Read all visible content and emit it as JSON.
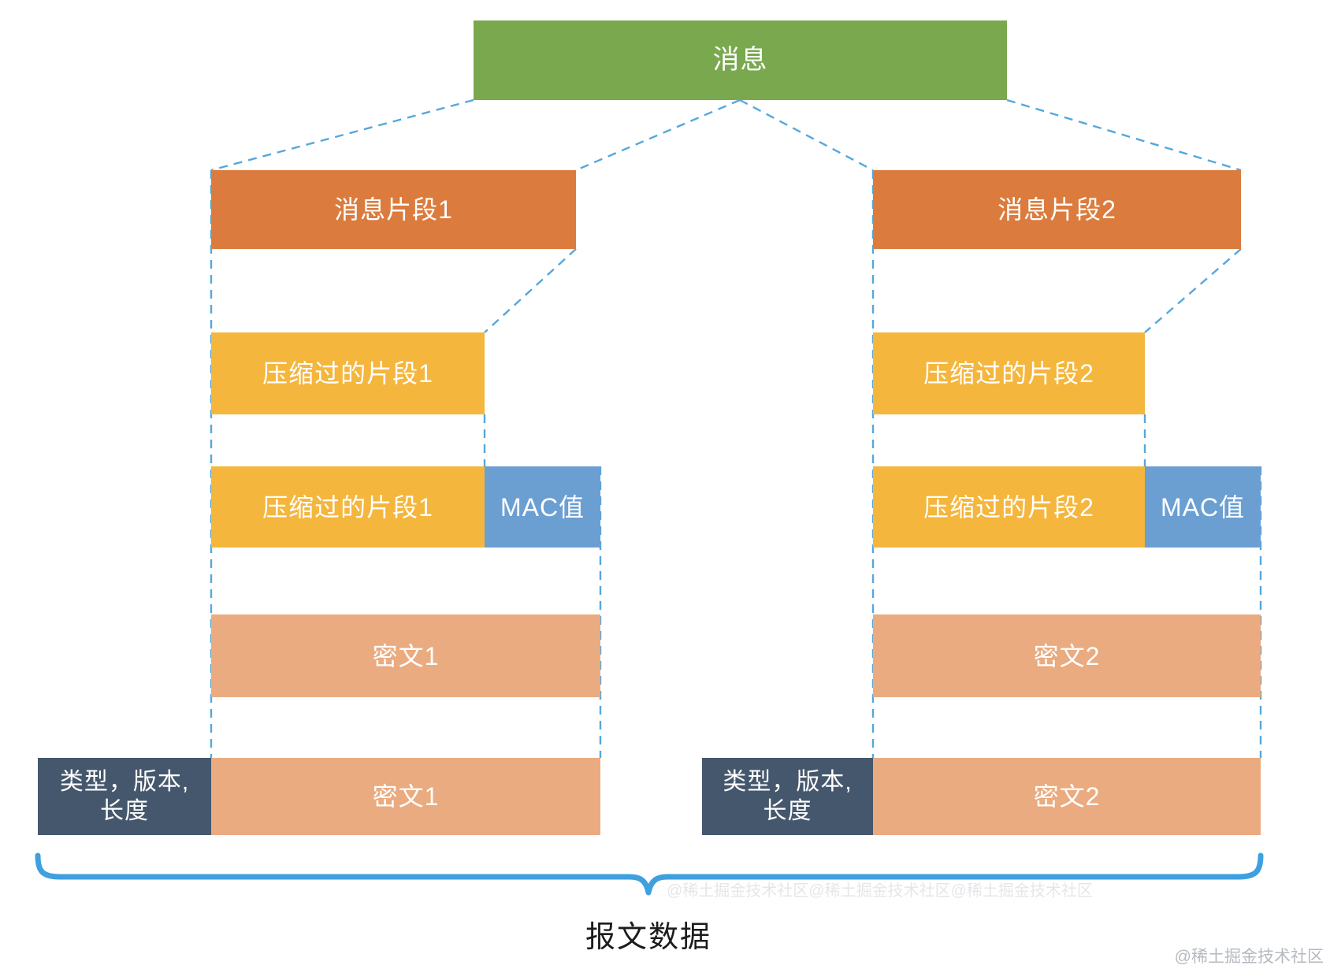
{
  "message_label": "消息",
  "columns": [
    {
      "fragment_label": "消息片段1",
      "compressed_label": "压缩过的片段1",
      "compressed_mac_label": "压缩过的片段1",
      "mac_label": "MAC值",
      "cipher_label": "密文1",
      "cipher_bottom_label": "密文1",
      "header_line1": "类型，版本,",
      "header_line2": "长度"
    },
    {
      "fragment_label": "消息片段2",
      "compressed_label": "压缩过的片段2",
      "compressed_mac_label": "压缩过的片段2",
      "mac_label": "MAC值",
      "cipher_label": "密文2",
      "cipher_bottom_label": "密文2",
      "header_line1": "类型，版本,",
      "header_line2": "长度"
    }
  ],
  "brace_label": "报文数据",
  "watermark": "@稀土掘金技术社区",
  "watermark_tiled": "@稀土掘金技术社区@稀土掘金技术社区@稀土掘金技术社区",
  "colors": {
    "message": "#7AA84F",
    "fragment": "#DB7C3E",
    "compressed": "#F4B63D",
    "mac": "#6B9FD2",
    "cipher": "#EAAB80",
    "header": "#45576C",
    "dashed_line": "#55A7DC",
    "brace": "#3FA0DF"
  }
}
